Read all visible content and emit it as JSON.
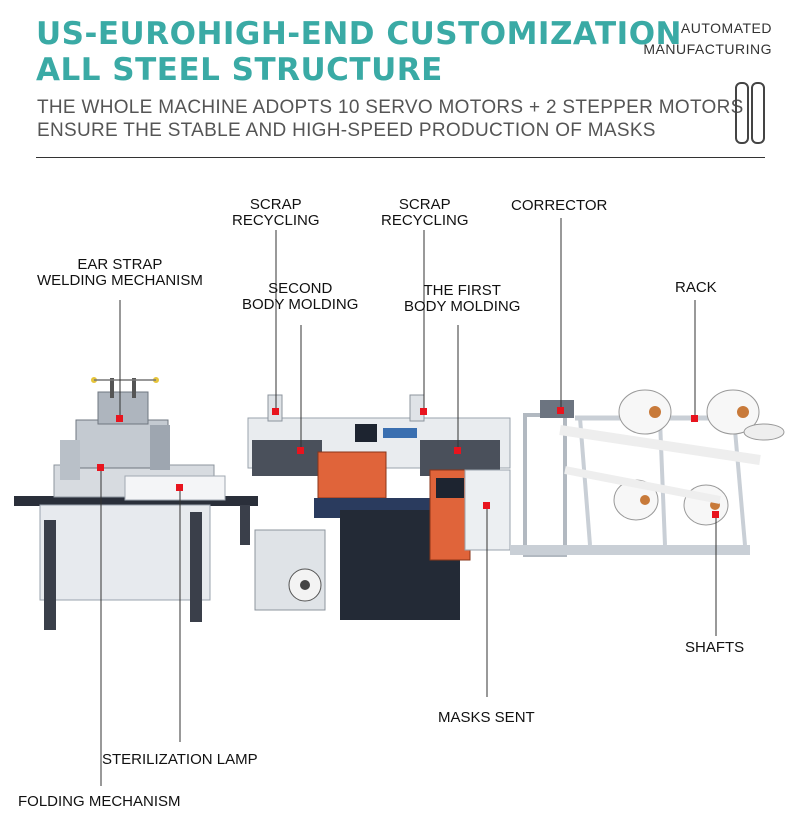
{
  "header": {
    "title_line1": "US-EUROHIGH-END CUSTOMIZATION",
    "title_line2": "ALL STEEL STRUCTURE",
    "tag_line1": "AUTOMATED",
    "tag_line2": "MANUFACTURING",
    "subtitle_line1": "THE WHOLE MACHINE ADOPTS 10 SERVO MOTORS + 2 STEPPER MOTORS",
    "subtitle_line2": "ENSURE THE STABLE AND HIGH-SPEED PRODUCTION OF MASKS"
  },
  "labels": {
    "scrap1_l1": "SCRAP",
    "scrap1_l2": "RECYCLING",
    "scrap2_l1": "SCRAP",
    "scrap2_l2": "RECYCLING",
    "corrector": "CORRECTOR",
    "ear_l1": "EAR STRAP",
    "ear_l2": "WELDING MECHANISM",
    "second_l1": "SECOND",
    "second_l2": "BODY MOLDING",
    "first_l1": "THE FIRST",
    "first_l2": "BODY MOLDING",
    "rack": "RACK",
    "shafts": "SHAFTS",
    "masks_sent": "MASKS SENT",
    "sterilization": "STERILIZATION LAMP",
    "folding": "FOLDING MECHANISM"
  },
  "colors": {
    "title": "#3aaaa5",
    "marker": "#e8141e",
    "orange_panel": "#e0643a",
    "frame": "#c9cfd6",
    "dark_frame": "#2a2f3a"
  }
}
